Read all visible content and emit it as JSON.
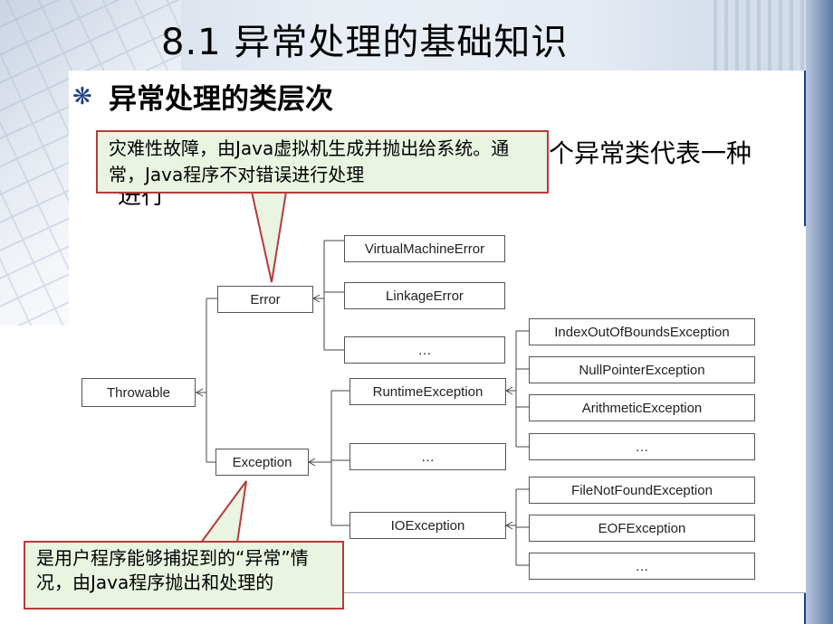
{
  "slide": {
    "title": "8.1 异常处理的基础知识",
    "subtitle": "异常处理的类层次",
    "body_fragment": "个异常类代表一种",
    "body_fragment2": "进行"
  },
  "callouts": {
    "error_note": "灾难性故障，由Java虚拟机生成并抛出给系统。通常，Java程序不对错误进行处理",
    "exception_note": "是用户程序能够捕捉到的“异常”情况，由Java程序抛出和处理的"
  },
  "diagram": {
    "root": "Throwable",
    "error": "Error",
    "exception": "Exception",
    "error_children": [
      "VirtualMachineError",
      "LinkageError",
      "…"
    ],
    "exception_children": [
      "RuntimeException",
      "…",
      "IOException"
    ],
    "runtime_children": [
      "IndexOutOfBoundsException",
      "NullPointerException",
      "ArithmeticException",
      "…"
    ],
    "io_children": [
      "FileNotFoundException",
      "EOFException",
      "…"
    ]
  },
  "colors": {
    "callout_fill": "#e9f4e1",
    "callout_border": "#b83a3a",
    "accent_blue": "#1f3f86"
  },
  "icons": {
    "bullet": "snowflake-bullet-icon"
  }
}
